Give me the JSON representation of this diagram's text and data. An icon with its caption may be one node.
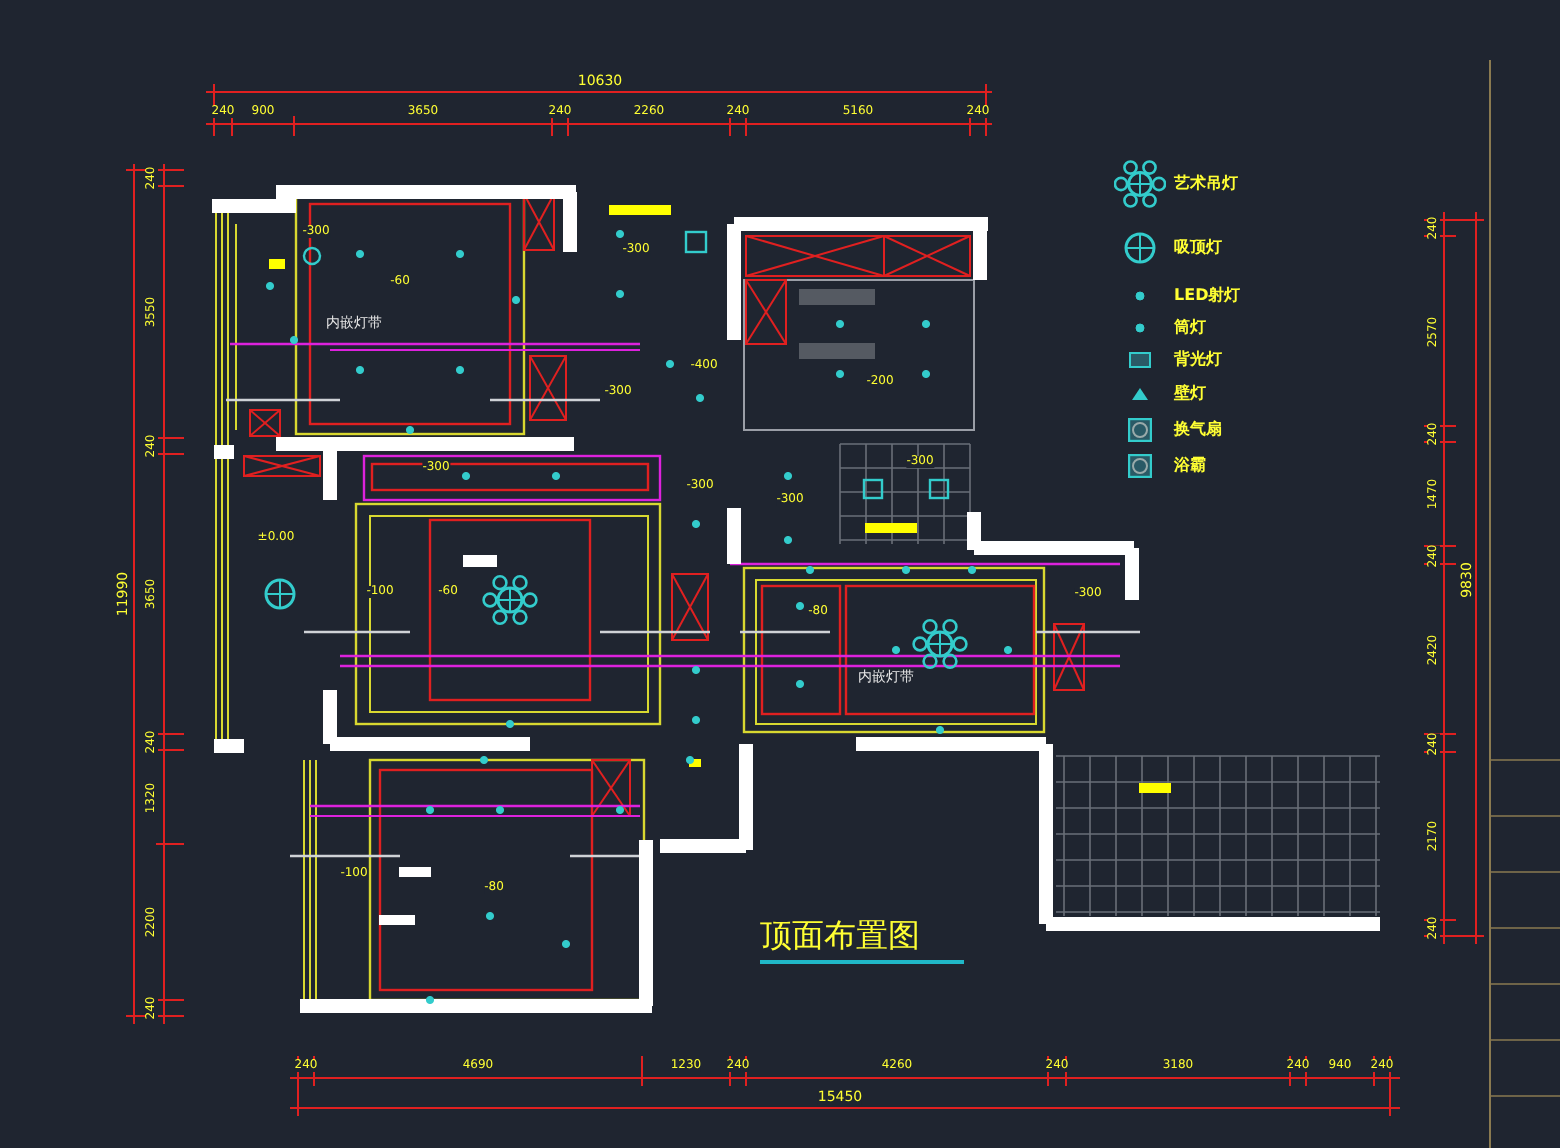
{
  "diagram": {
    "title": "顶面布置图",
    "labels": [
      "10630",
      "240",
      "900",
      "3650",
      "240",
      "2260",
      "240",
      "5160",
      "240",
      "240",
      "3550",
      "240",
      "3650",
      "240",
      "1320",
      "2200",
      "240",
      "11990",
      "-300",
      "-300",
      "-60",
      "内嵌灯带",
      "-200",
      "-400",
      "-300",
      "-300",
      "-300",
      "-300",
      "-300",
      "±0.00",
      "-100",
      "-60",
      "-80",
      "-300",
      "内嵌灯带",
      "-100",
      "-80",
      "240",
      "2570",
      "240",
      "1470",
      "240",
      "2420",
      "240",
      "2170",
      "240",
      "9830",
      "240",
      "4690",
      "1230",
      "240",
      "4260",
      "240",
      "3180",
      "240",
      "940",
      "240",
      "15450"
    ],
    "legend": [
      {
        "text": "艺术吊灯"
      },
      {
        "text": "吸顶灯"
      },
      {
        "text": "LED射灯"
      },
      {
        "text": "筒灯"
      },
      {
        "text": "背光灯"
      },
      {
        "text": "壁灯"
      },
      {
        "text": "换气扇"
      },
      {
        "text": "浴霸"
      }
    ]
  }
}
